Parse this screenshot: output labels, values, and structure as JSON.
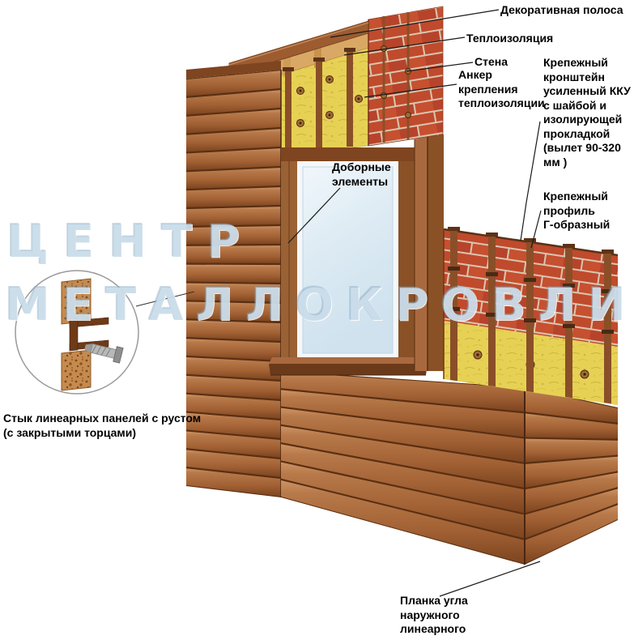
{
  "watermark": {
    "line1": "ЦЕНТР",
    "line2": "МЕТАЛЛОКРОВЛИ"
  },
  "labels": {
    "decorative_strip": "Декоративная полоса",
    "insulation": "Теплоизоляция",
    "wall": "Стена",
    "anchor": "Анкер\nкрепления\nтеплоизоляции",
    "bracket_kku": "Крепежный\nкронштейн\nусиленный ККУ\nс шайбой и\nизолирующей\nпрокладкой\n(вылет 90-320\nмм   )",
    "extra_elements": "Доборные\nэлементы",
    "l_profile": "Крепежный\nпрофиль\nГ-образный",
    "panel_joint": "Стык линеарных панелей с рустом\n(с закрытыми торцами)",
    "outer_corner": "Планка угла\nнаружного\nлинеарного"
  },
  "colors": {
    "siding_copper": "#a8663c",
    "brick_red": "#c04a2c",
    "insulation_yellow": "#e7d155",
    "wood_tan": "#d9a865",
    "watermark_blue": "#a3c4dc",
    "glass_blue": "#dceaf3"
  }
}
